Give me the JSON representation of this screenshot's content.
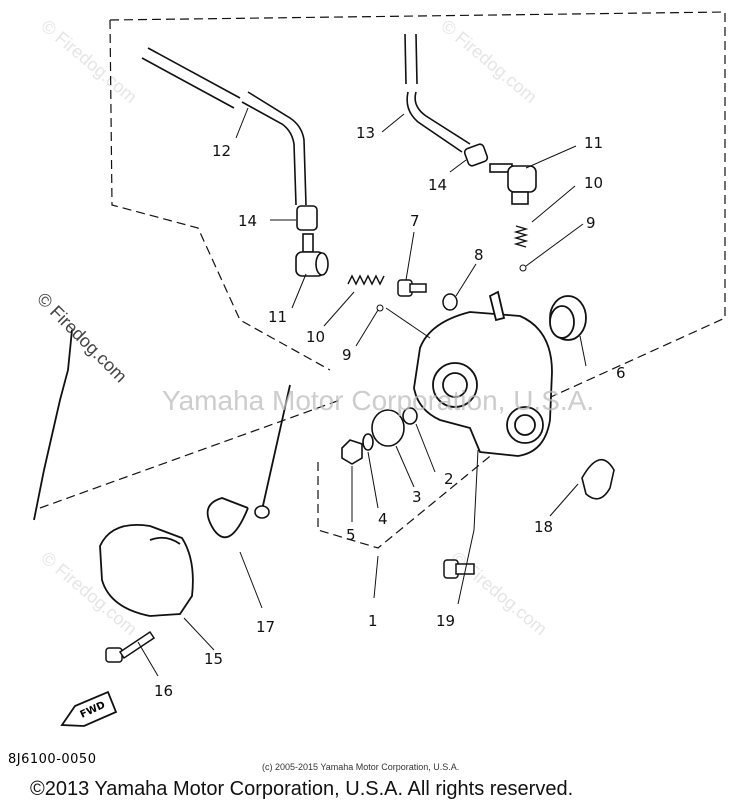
{
  "watermark": {
    "center_text": "Yamaha Motor Corporation, U.S.A.",
    "tile_text": "© Firedog.com"
  },
  "callouts": {
    "c1": "1",
    "c2": "2",
    "c3": "3",
    "c4": "4",
    "c5": "5",
    "c6": "6",
    "c7": "7",
    "c8": "8",
    "c9a": "9",
    "c9b": "9",
    "c10a": "10",
    "c10b": "10",
    "c11a": "11",
    "c11b": "11",
    "c12": "12",
    "c13": "13",
    "c14a": "14",
    "c14b": "14",
    "c15": "15",
    "c16": "16",
    "c17": "17",
    "c18": "18",
    "c19": "19"
  },
  "fwd_label": "FWD",
  "diagram_code": "8J6100-0050",
  "small_copyright": "(c) 2005-2015 Yamaha Motor Corporation, U.S.A.",
  "footer_copyright": "©2013 Yamaha Motor Corporation, U.S.A. All rights reserved."
}
